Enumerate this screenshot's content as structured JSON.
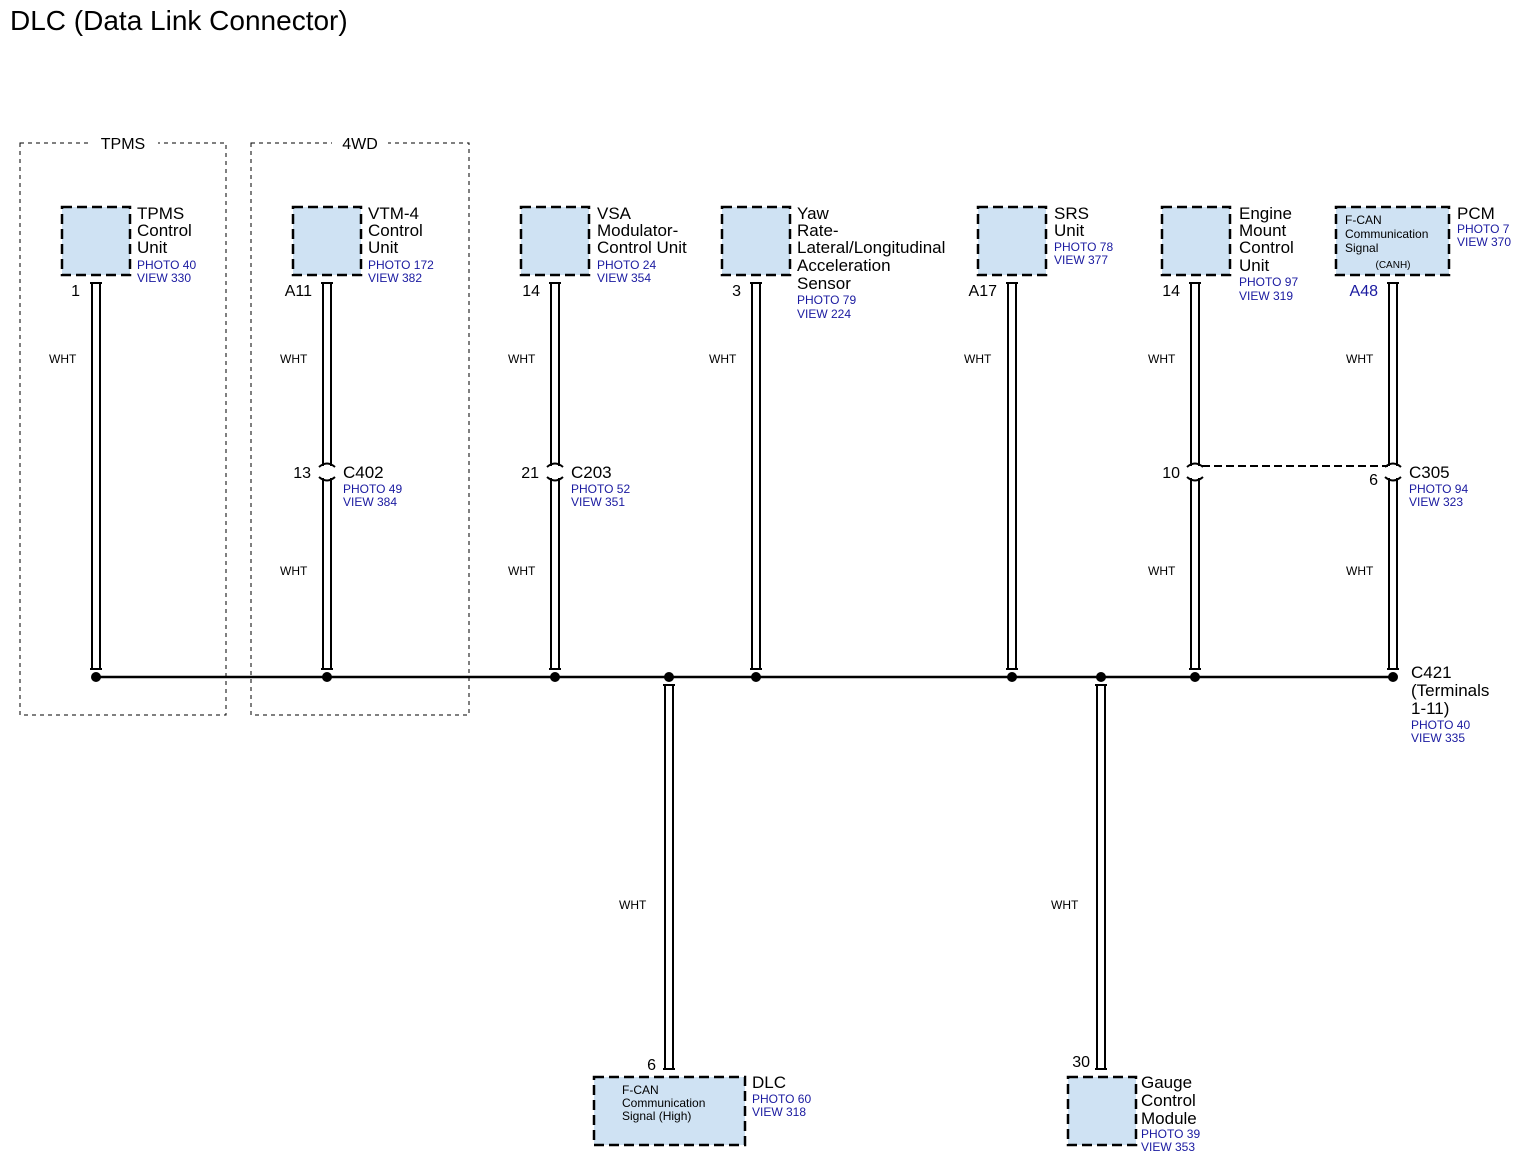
{
  "title": "DLC (Data Link Connector)",
  "groups": [
    {
      "id": "tpms",
      "label": "TPMS"
    },
    {
      "id": "4wd",
      "label": "4WD"
    }
  ],
  "components": {
    "tpms": {
      "name": [
        "TPMS",
        "Control",
        "Unit"
      ],
      "photo": "PHOTO 40",
      "view": "VIEW 330",
      "pin": "1"
    },
    "vtm4": {
      "name": [
        "VTM-4",
        "Control",
        "Unit"
      ],
      "photo": "PHOTO 172",
      "view": "VIEW 382",
      "pin": "A11"
    },
    "vsa": {
      "name": [
        "VSA",
        "Modulator-",
        "Control Unit"
      ],
      "photo": "PHOTO 24",
      "view": "VIEW 354",
      "pin": "14"
    },
    "yaw": {
      "name": [
        "Yaw",
        "Rate-",
        "Lateral/Longitudinal",
        "Acceleration",
        "Sensor"
      ],
      "photo": "PHOTO 79",
      "view": "VIEW 224",
      "pin": "3"
    },
    "srs": {
      "name": [
        "SRS",
        "Unit"
      ],
      "photo": "PHOTO 78",
      "view": "VIEW 377",
      "pin": "A17"
    },
    "engine": {
      "name": [
        "Engine",
        "Mount",
        "Control",
        "Unit"
      ],
      "photo": "PHOTO 97",
      "view": "VIEW 319",
      "pin": "14"
    },
    "pcm": {
      "name": [
        "PCM"
      ],
      "photo": "PHOTO 7",
      "view": "VIEW 370",
      "pin": "A48",
      "inner": [
        "F-CAN",
        "Communication",
        "Signal",
        "(CANH)"
      ]
    },
    "dlc": {
      "name": [
        "DLC"
      ],
      "photo": "PHOTO 60",
      "view": "VIEW 318",
      "pin": "6",
      "inner": [
        "F-CAN",
        "Communication",
        "Signal (High)"
      ]
    },
    "gauge": {
      "name": [
        "Gauge",
        "Control",
        "Module"
      ],
      "photo": "PHOTO 39",
      "view": "VIEW 353",
      "pin": "30"
    }
  },
  "connectors": {
    "c402": {
      "id": "C402",
      "photo": "PHOTO 49",
      "view": "VIEW 384",
      "pin": "13"
    },
    "c203": {
      "id": "C203",
      "photo": "PHOTO 52",
      "view": "VIEW 351",
      "pin": "21"
    },
    "c305": {
      "id": "C305",
      "photo": "PHOTO 94",
      "view": "VIEW 323",
      "pin_left": "10",
      "pin_right": "6"
    },
    "c421": {
      "id": "C421",
      "desc": [
        "(Terminals",
        "1-11)"
      ],
      "photo": "PHOTO 40",
      "view": "VIEW 335"
    }
  },
  "wire_color": "WHT",
  "colors": {
    "component_fill": "#cfe2f3",
    "reference_text": "#1a1aa0"
  }
}
